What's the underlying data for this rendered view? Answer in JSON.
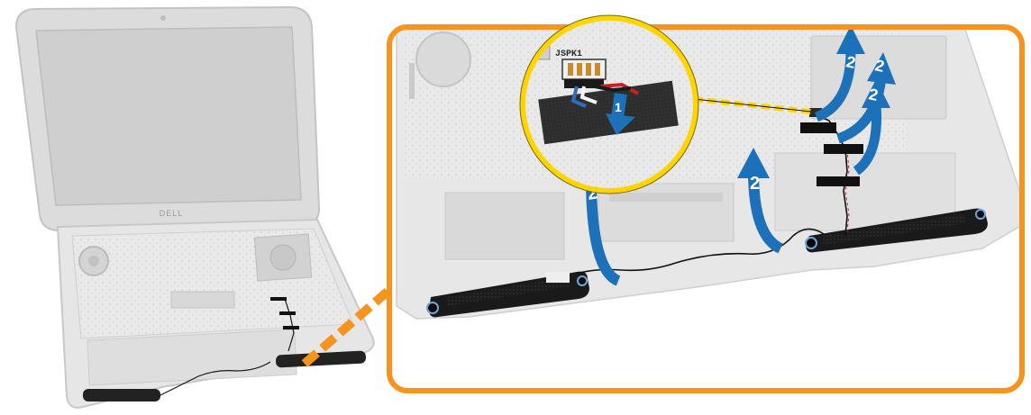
{
  "laptop": {
    "brand_logo": "DELL"
  },
  "callout": {
    "connector_label": "JSPK1"
  },
  "steps": {
    "disconnect": "1",
    "unroute": "2"
  },
  "colors": {
    "callout_border": "#f7941d",
    "magnifier_ring": "#ffd400",
    "arrow": "#1d71b8",
    "cable_red": "#cc1f25",
    "cable_black": "#1a1a1a"
  }
}
